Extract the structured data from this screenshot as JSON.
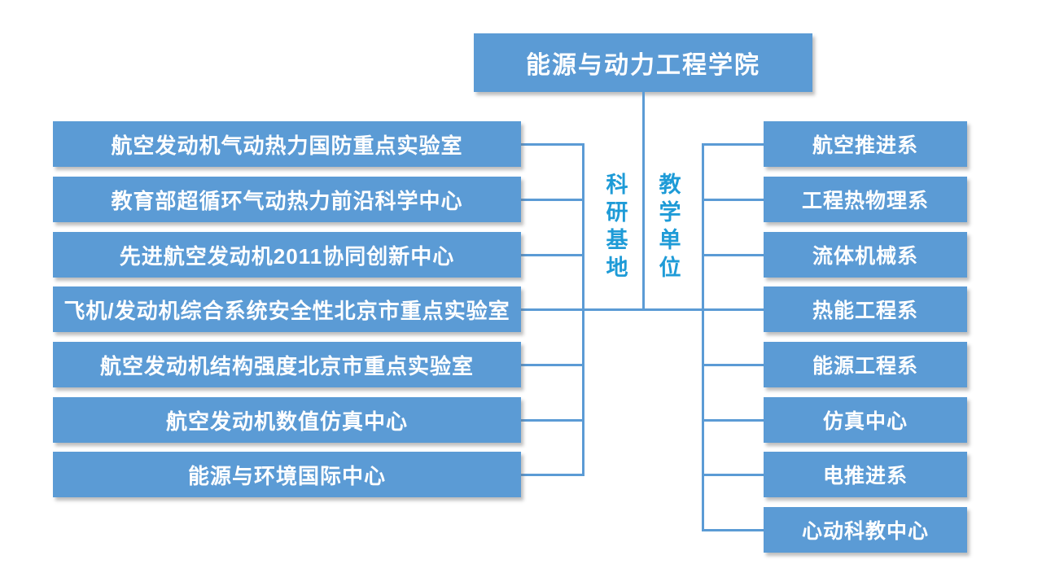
{
  "title": "能源与动力工程学院",
  "branches": {
    "research": {
      "label": "科研基地",
      "items": [
        "航空发动机气动热力国防重点实验室",
        "教育部超循环气动热力前沿科学中心",
        "先进航空发动机2011协同创新中心",
        "飞机/发动机综合系统安全性北京市重点实验室",
        "航空发动机结构强度北京市重点实验室",
        "航空发动机数值仿真中心",
        "能源与环境国际中心"
      ]
    },
    "teaching": {
      "label": "教学单位",
      "items": [
        "航空推进系",
        "工程热物理系",
        "流体机械系",
        "热能工程系",
        "能源工程系",
        "仿真中心",
        "电推进系",
        "心动科教中心"
      ]
    }
  },
  "colors": {
    "background": "#FFFFFF",
    "box_fill": "#5B9BD5",
    "box_text": "#FFFFFF",
    "connector": "#5B9BD5",
    "branch_label": "#1E9BD7"
  }
}
